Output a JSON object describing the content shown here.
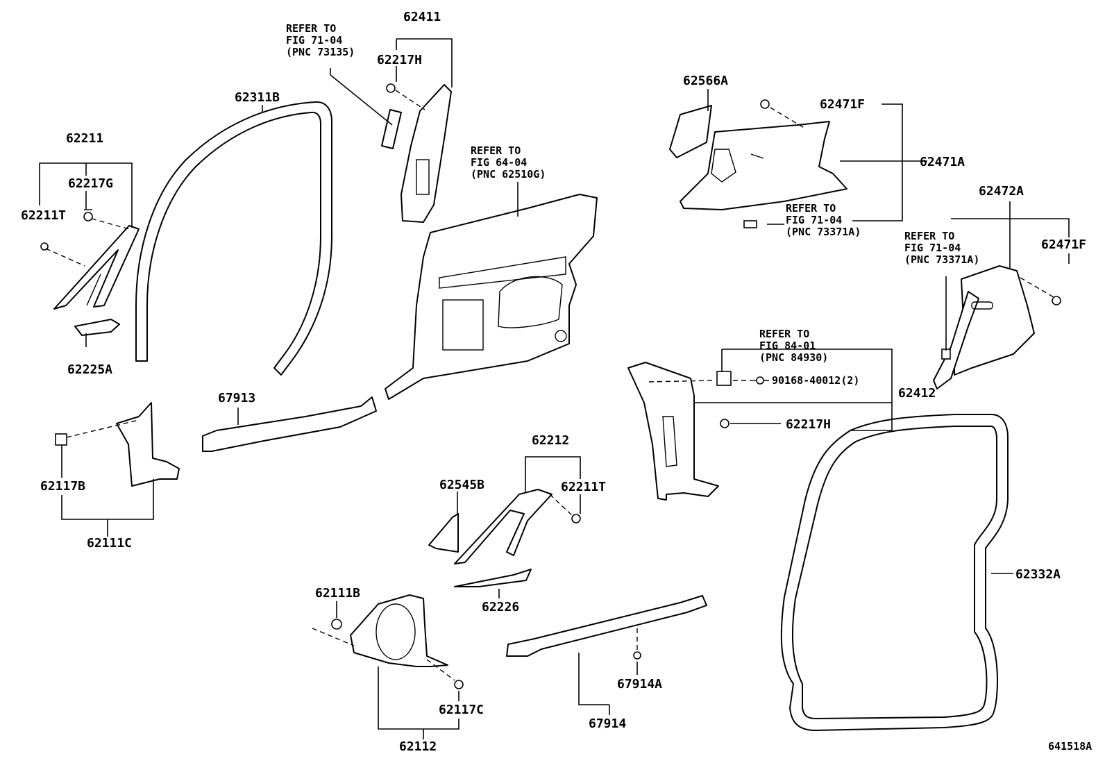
{
  "diagram_id": "641518A",
  "labels": {
    "p62411": "62411",
    "p62217H_top": "62217H",
    "refer_73135": [
      "REFER TO",
      "FIG 71-04",
      "(PNC 73135)"
    ],
    "p62311B": "62311B",
    "p62211": "62211",
    "p62217G": "62217G",
    "p62211T_left": "62211T",
    "p62225A": "62225A",
    "refer_62510G": [
      "REFER TO",
      "FIG 64-04",
      "(PNC 62510G)"
    ],
    "p62566A": "62566A",
    "p62471F_top": "62471F",
    "p62471A": "62471A",
    "refer_73371A_top": [
      "REFER TO",
      "FIG 71-04",
      "(PNC 73371A)"
    ],
    "p62472A": "62472A",
    "refer_73371A_right": [
      "REFER TO",
      "FIG 71-04",
      "(PNC 73371A)"
    ],
    "p62471F_right": "62471F",
    "refer_84930": [
      "REFER TO",
      "FIG 84-01",
      "(PNC 84930)"
    ],
    "p90168": "90168-40012(2)",
    "p62412": "62412",
    "p62217H_mid": "62217H",
    "p67913": "67913",
    "p62117B": "62117B",
    "p62111C": "62111C",
    "p62212": "62212",
    "p62545B": "62545B",
    "p62211T_mid": "62211T",
    "p62226": "62226",
    "p62111B": "62111B",
    "p62117C": "62117C",
    "p62112": "62112",
    "p67914A": "67914A",
    "p67914": "67914",
    "p62332A": "62332A"
  }
}
